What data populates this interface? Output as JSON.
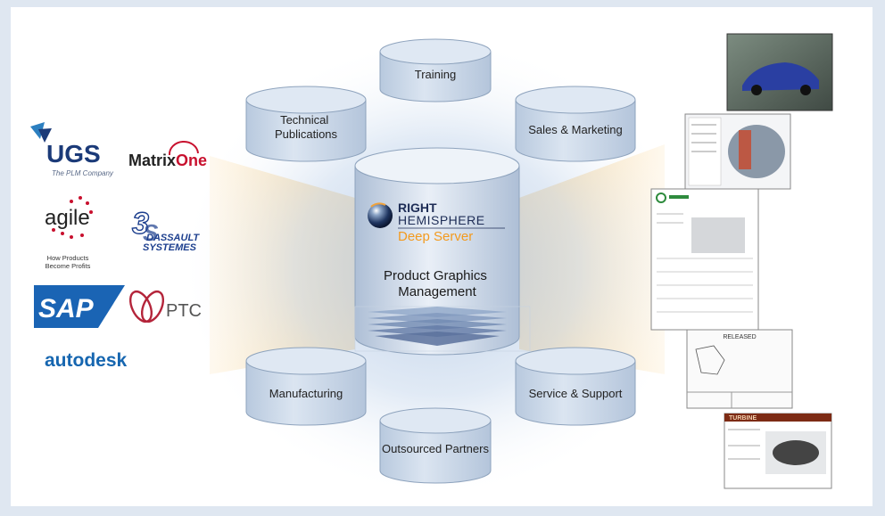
{
  "center": {
    "brand_line1": "RIGHT",
    "brand_line2": "HEMISPHERE",
    "product": "Deep Server",
    "title_line1": "Product Graphics",
    "title_line2": "Management"
  },
  "databases": [
    {
      "id": "training",
      "label_lines": [
        "Training"
      ]
    },
    {
      "id": "technical-publications",
      "label_lines": [
        "Technical",
        "Publications"
      ]
    },
    {
      "id": "sales-marketing",
      "label_lines": [
        "Sales & Marketing"
      ]
    },
    {
      "id": "manufacturing",
      "label_lines": [
        "Manufacturing"
      ]
    },
    {
      "id": "service-support",
      "label_lines": [
        "Service & Support"
      ]
    },
    {
      "id": "outsourced-partners",
      "label_lines": [
        "Outsourced Partners"
      ]
    }
  ],
  "logos": {
    "ugs": {
      "name": "UGS",
      "tagline": "The PLM Company"
    },
    "matrixone": {
      "name_a": "Matrix",
      "name_b": "One"
    },
    "agile": {
      "name": "agile",
      "tagline_line1": "How Products",
      "tagline_line2": "Become Profits"
    },
    "dassault": {
      "line1": "DASSAULT",
      "line2": "SYSTEMES",
      "mark": "3DS"
    },
    "sap": {
      "name": "SAP"
    },
    "ptc": {
      "name": "PTC"
    },
    "autodesk": {
      "name": "autodesk"
    }
  },
  "documents": {
    "release_sheet_title": "RELEASED",
    "turbine_header": "TURBINE"
  },
  "colors": {
    "border": "#dfe7f1",
    "cylinder_fill": "#cfdceb",
    "cylinder_stroke": "#8ea3bd",
    "glow": "#fbd79a",
    "deep_server_orange": "#f39a1e",
    "ugs_blue": "#1b3a78",
    "matrixone_red": "#c8102e",
    "sap_blue": "#1a64b4",
    "autodesk_blue": "#1666b0",
    "ptc_red": "#b4243a",
    "dassault_blue": "#1d3f8e"
  }
}
